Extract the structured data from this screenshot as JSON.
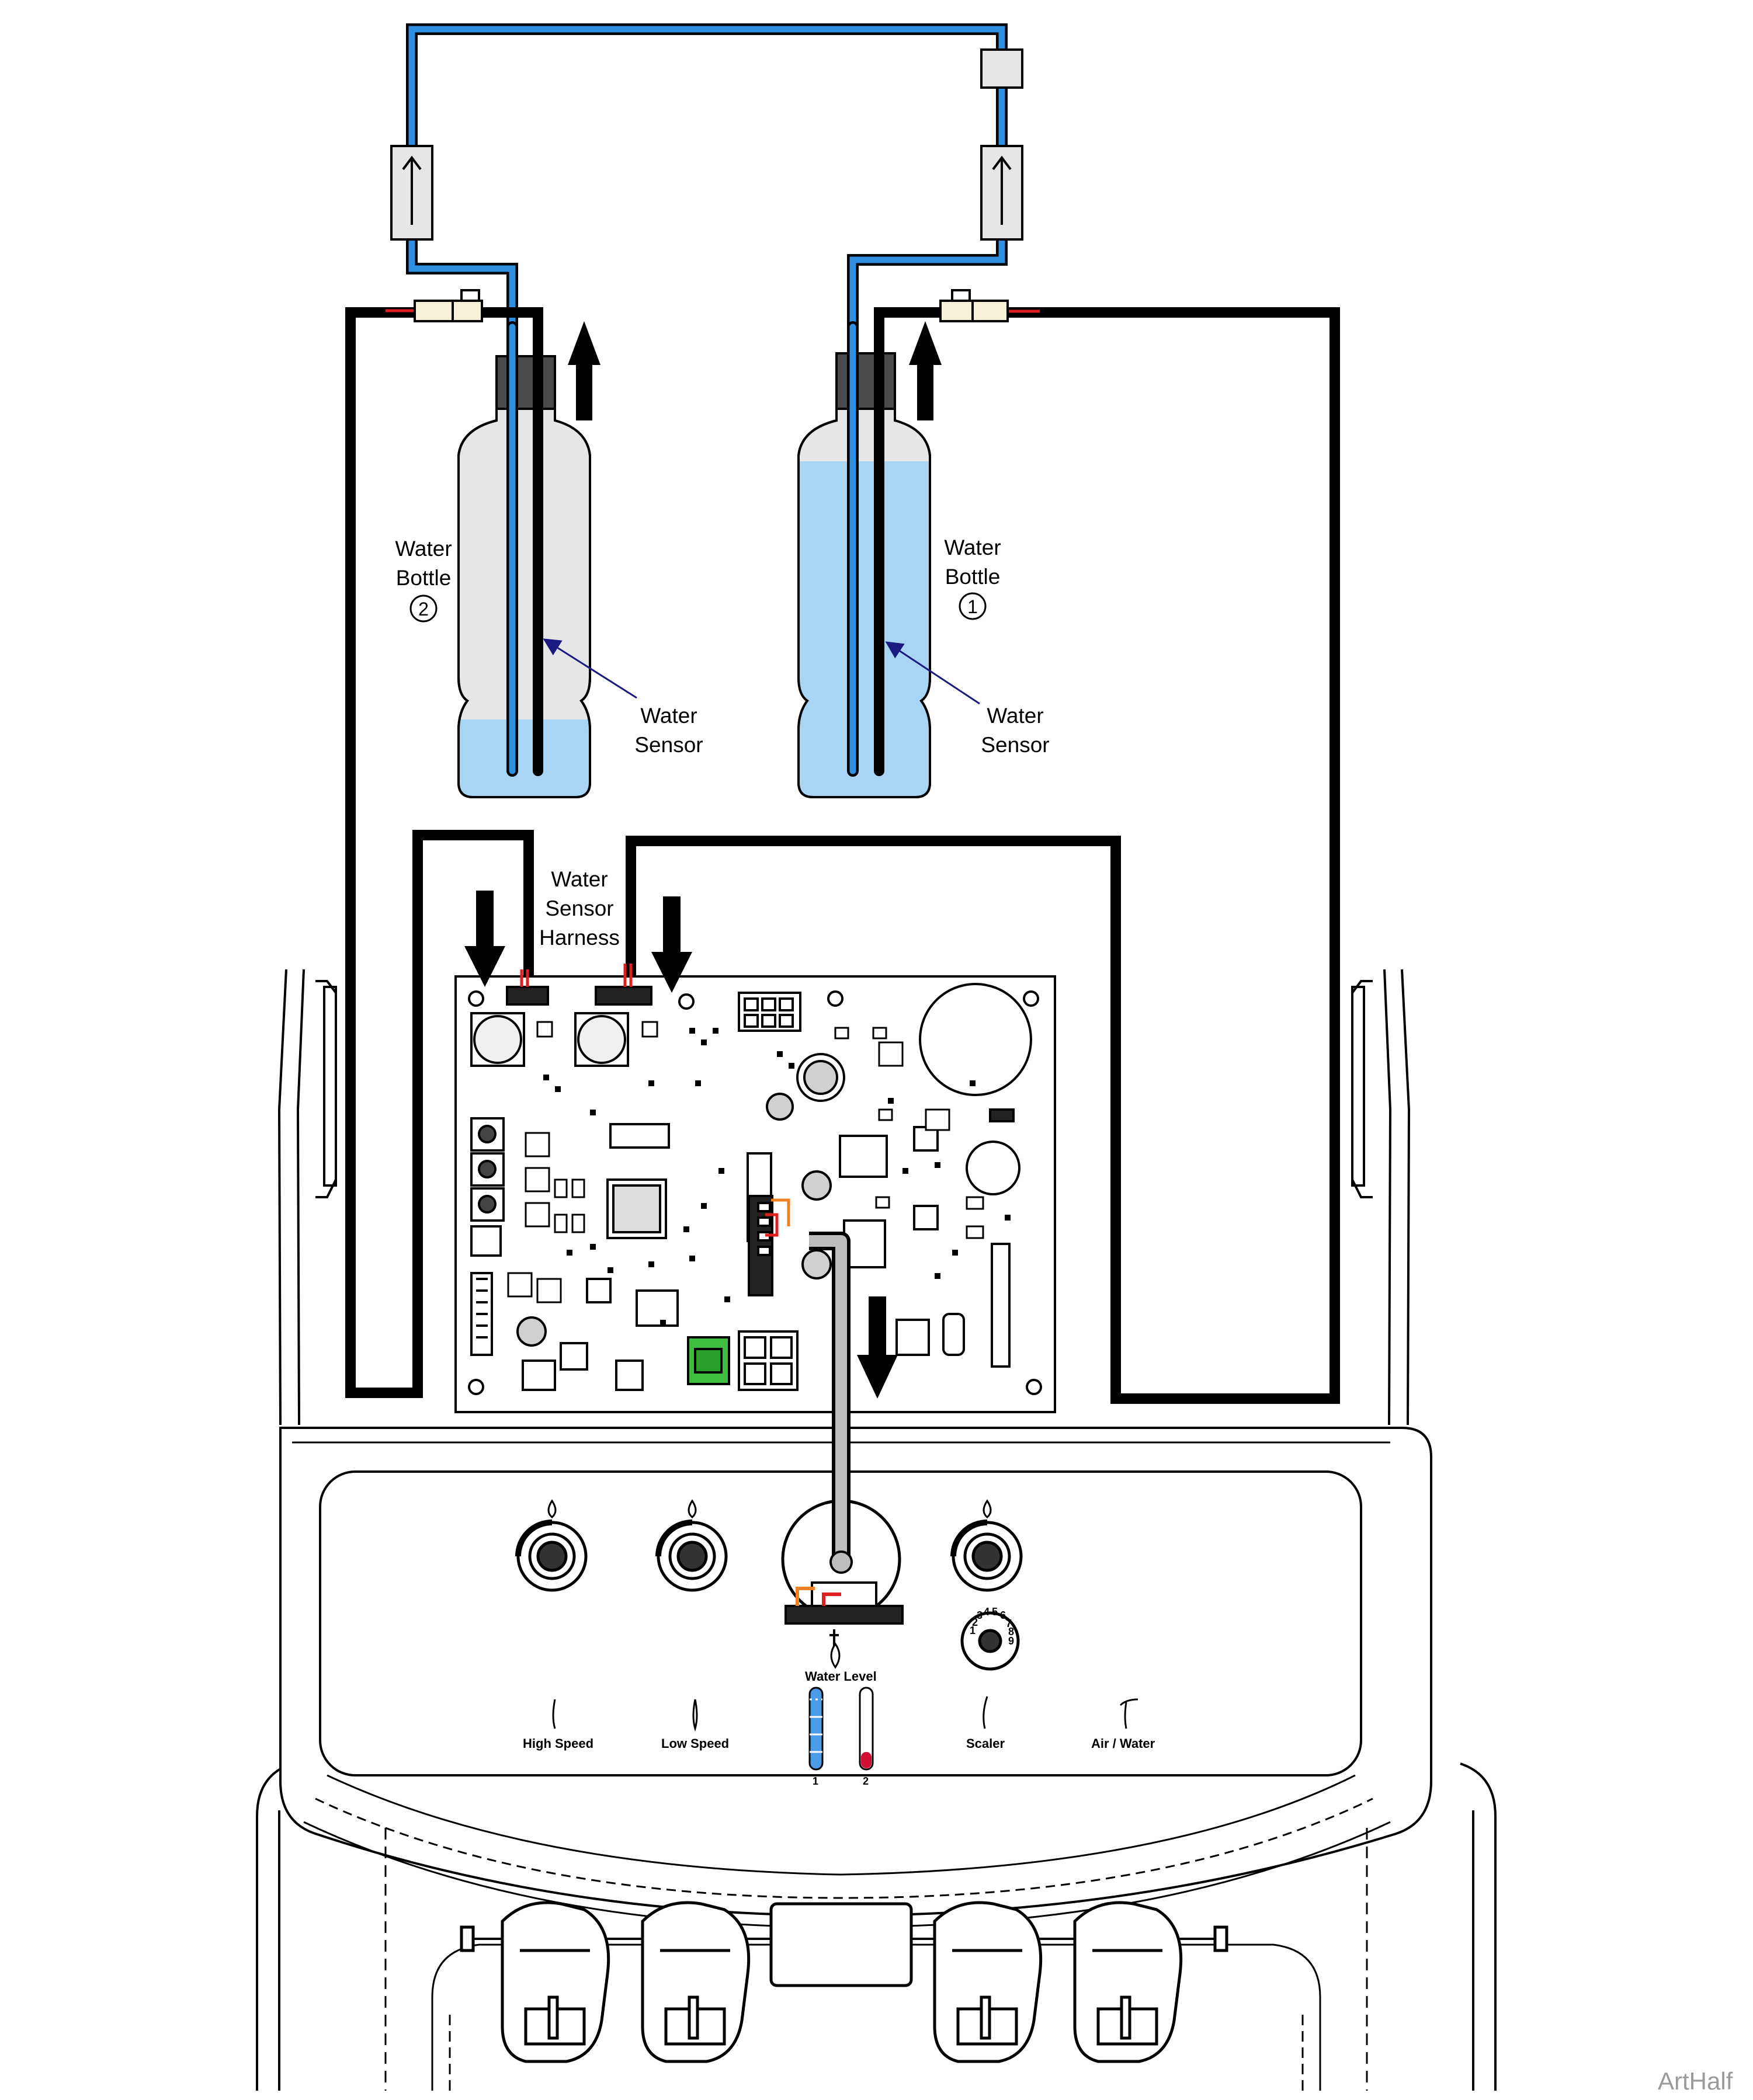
{
  "labels": {
    "bottle_left": [
      "Water",
      "Bottle"
    ],
    "bottle_left_num": "2",
    "bottle_right": [
      "Water",
      "Bottle"
    ],
    "bottle_right_num": "1",
    "sensor_left": [
      "Water",
      "Sensor"
    ],
    "sensor_right": [
      "Water",
      "Sensor"
    ],
    "harness": [
      "Water",
      "Sensor",
      "Harness"
    ]
  },
  "panel": {
    "high_speed": "High Speed",
    "low_speed": "Low Speed",
    "water_level": "Water Level",
    "scaler": "Scaler",
    "air_water": "Air / Water",
    "level_1": "1",
    "level_2": "2",
    "dial_numbers": [
      "1",
      "2",
      "3",
      "4",
      "5",
      "6",
      "7",
      "8",
      "9"
    ]
  },
  "watermark": "ArtHalf",
  "colors": {
    "water": "#a8d4f5",
    "tubing": "#2f8fe0",
    "wire": "#000000",
    "red_wire": "#e02020",
    "board": "#ffffff",
    "green_part": "#3fbf3f"
  }
}
